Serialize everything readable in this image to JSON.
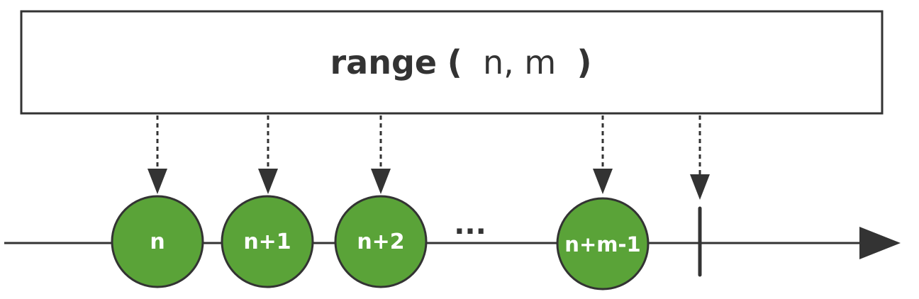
{
  "operator": {
    "name": "range",
    "open_paren": "(",
    "args": " n, m ",
    "close_paren": ")"
  },
  "marbles": [
    {
      "label": "n"
    },
    {
      "label": "n+1"
    },
    {
      "label": "n+2"
    },
    {
      "label": "n+m-1"
    }
  ],
  "ellipsis": "...",
  "colors": {
    "marble_fill": "#5aa338",
    "stroke": "#333333"
  }
}
